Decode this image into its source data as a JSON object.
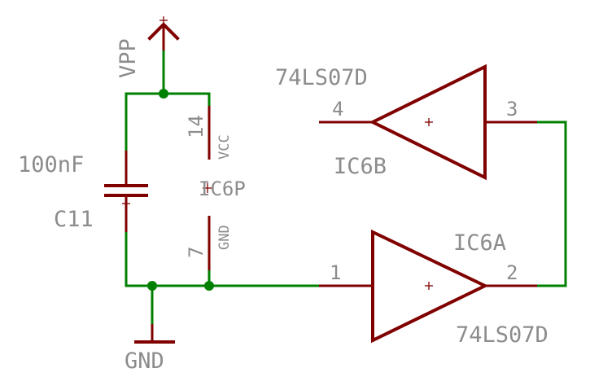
{
  "colors": {
    "wire": "#008000",
    "part": "#800000",
    "label": "#8c8c8c",
    "background": "#ffffff"
  },
  "supply": {
    "vpp_label": "VPP",
    "gnd_label": "GND"
  },
  "capacitor": {
    "name": "C11",
    "value": "100nF"
  },
  "power_unit": {
    "name": "IC6P",
    "vcc_pin": "14",
    "vcc_label": "VCC",
    "gnd_pin": "7",
    "gnd_label": "GND"
  },
  "buffer_b": {
    "part": "74LS07D",
    "name": "IC6B",
    "input_pin": "4",
    "output_pin": "3"
  },
  "buffer_a": {
    "part": "74LS07D",
    "name": "IC6A",
    "input_pin": "1",
    "output_pin": "2"
  }
}
